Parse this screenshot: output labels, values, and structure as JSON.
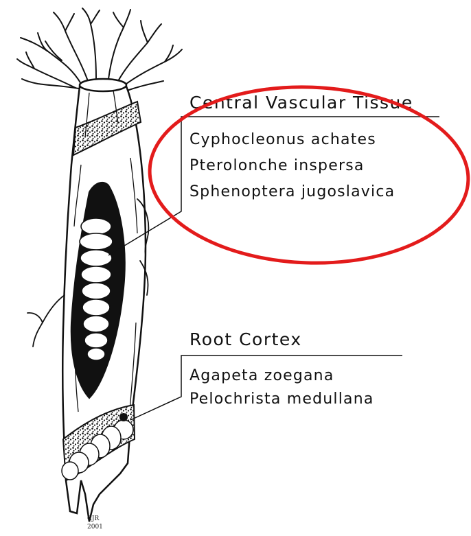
{
  "labels": {
    "central": {
      "heading": "Central Vascular Tissue",
      "species": [
        "Cyphocleonus achates",
        "Pterolonche inspersa",
        "Sphenoptera jugoslavica"
      ]
    },
    "cortex": {
      "heading": "Root Cortex",
      "species": [
        "Agapeta zoegana",
        "Pelochrista medullana"
      ]
    }
  },
  "signature": [
    "CJR",
    "2001"
  ],
  "highlight": {
    "shape": "ellipse",
    "color": "#e31b1b",
    "encloses": "central"
  },
  "colors": {
    "ink": "#111111",
    "background": "#ffffff"
  }
}
